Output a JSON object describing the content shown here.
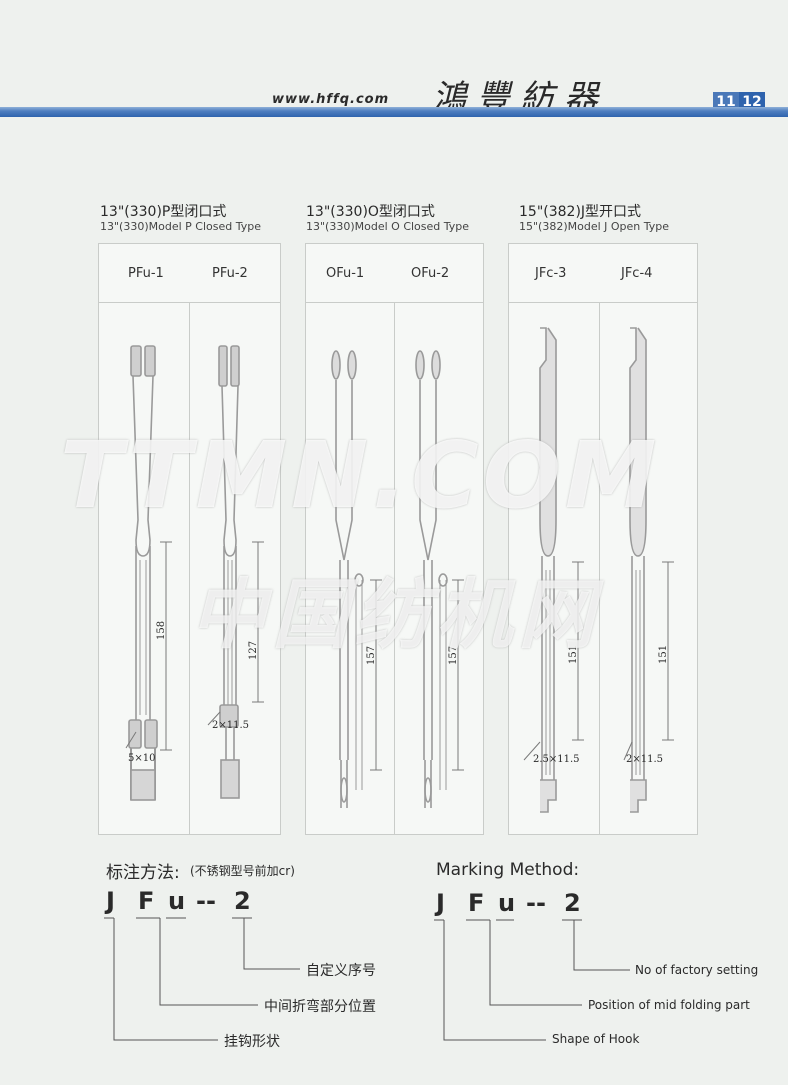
{
  "header": {
    "site": "www.hffq.com",
    "brand": "鴻豐紡器",
    "page_left": "11",
    "page_right": "12"
  },
  "sections": [
    {
      "title": "13\"(330)P型闭口式",
      "subtitle": "13\"(330)Model P Closed Type",
      "models": [
        "PFu-1",
        "PFu-2"
      ],
      "dims": [
        {
          "length": "158",
          "eye": "5×10"
        },
        {
          "length": "127",
          "eye": "2×11.5"
        }
      ]
    },
    {
      "title": "13\"(330)O型闭口式",
      "subtitle": "13\"(330)Model O Closed Type",
      "models": [
        "OFu-1",
        "OFu-2"
      ],
      "dims": [
        {
          "length": "157"
        },
        {
          "length": "157"
        }
      ]
    },
    {
      "title": "15\"(382)J型开口式",
      "subtitle": "15\"(382)Model J Open Type",
      "models": [
        "JFc-3",
        "JFc-4"
      ],
      "dims": [
        {
          "length": "151",
          "eye": "2.5×11.5"
        },
        {
          "length": "151",
          "eye": "2×11.5"
        }
      ]
    }
  ],
  "watermark": {
    "line1": "TTMN.COM",
    "line2": "中国纺机网"
  },
  "marking_cn": {
    "title": "标注方法:",
    "note": "(不锈钢型号前加cr)",
    "code": [
      "J",
      "F",
      "u",
      "--",
      "2"
    ],
    "legend": [
      "自定义序号",
      "中间折弯部分位置",
      "挂钩形状"
    ]
  },
  "marking_en": {
    "title": "Marking Method:",
    "code": [
      "J",
      "F",
      "u",
      "--",
      "2"
    ],
    "legend": [
      "No of factory setting",
      "Position of mid folding part",
      "Shape of Hook"
    ]
  }
}
